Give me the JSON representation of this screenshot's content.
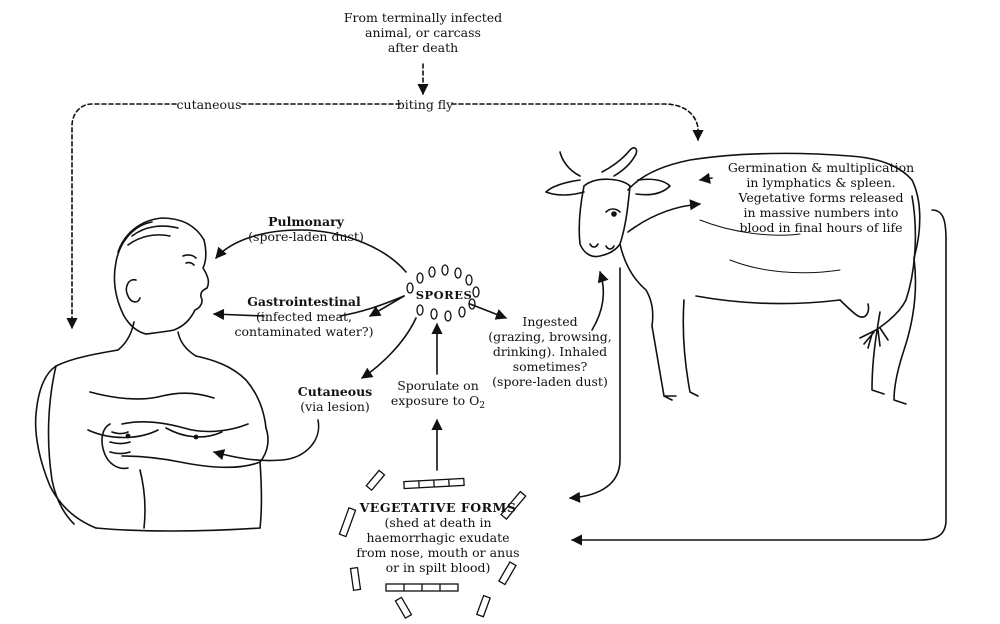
{
  "source": {
    "line1": "From terminally infected",
    "line2": "animal, or carcass",
    "line3": "after death"
  },
  "routes": {
    "cutaneous": "cutaneous",
    "biting_fly": "biting fly"
  },
  "cow_process": {
    "line1": "Germination & multiplication",
    "line2": "in lymphatics & spleen.",
    "line3": "Vegetative forms released",
    "line4": "in massive numbers into",
    "line5": "blood in final hours of life"
  },
  "pulmonary": {
    "title": "Pulmonary",
    "detail": "(spore-laden dust)"
  },
  "gastrointestinal": {
    "title": "Gastrointestinal",
    "line1": "(infected meat,",
    "line2": "contaminated water?)"
  },
  "cutaneous_human": {
    "title": "Cutaneous",
    "detail": "(via lesion)"
  },
  "spores": {
    "label": "SPORES"
  },
  "ingested": {
    "line1": "Ingested",
    "line2": "(grazing, browsing,",
    "line3": "drinking). Inhaled",
    "line4": "sometimes?",
    "line5": "(spore-laden dust)"
  },
  "sporulate": {
    "line1": "Sporulate on",
    "line2_prefix": "exposure to O",
    "line2_sub": "2"
  },
  "vegetative": {
    "title": "VEGETATIVE FORMS",
    "line1": "(shed at death in",
    "line2": "haemorrhagic exudate",
    "line3": "from nose, mouth or anus",
    "line4": "or in spilt blood)"
  }
}
